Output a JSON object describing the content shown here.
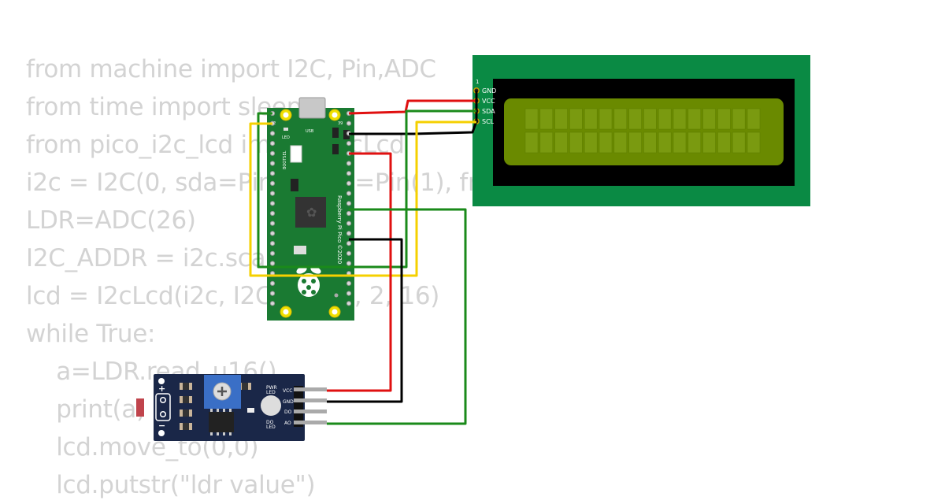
{
  "code_lines": [
    "from machine import I2C, Pin,ADC",
    "from time import sleep",
    "from pico_i2c_lcd import I2cLcd",
    "i2c = I2C(0, sda=Pin(0), scl=Pin(1), freq=400000)",
    "LDR=ADC(26)",
    "I2C_ADDR = i2c.scan()[0]",
    "lcd = I2cLcd(i2c, I2C_ADDR, 2, 16)",
    "while True:",
    "    a=LDR.read_u16()",
    "    print(a)",
    "    lcd.move_to(0,0)",
    "    lcd.putstr(\"ldr value\")"
  ],
  "pico": {
    "brand_text": "Raspberry Pi Pico ©2020",
    "usb_label": "USB",
    "led_label": "LED",
    "bootsel_label": "BOOTSEL",
    "pin_label_left": "2",
    "pin_label_right": "39"
  },
  "lcd": {
    "pin1_label": "1",
    "pins": [
      "GND",
      "VCC",
      "SDA",
      "SCL"
    ],
    "screen_color": "#6a8a00",
    "board_color": "#0a8a44"
  },
  "ldr_module": {
    "plus_label": "+",
    "minus_label": "−",
    "pwr_led_label": "PWR\nLED",
    "do_led_label": "DO\nLED",
    "pins": [
      "VCC",
      "GND",
      "DO",
      "AO"
    ]
  },
  "wire_colors": {
    "vcc": "#e01010",
    "gnd": "#000000",
    "sda": "#1a8a1a",
    "scl": "#f5d000",
    "ao": "#1a8a1a"
  }
}
